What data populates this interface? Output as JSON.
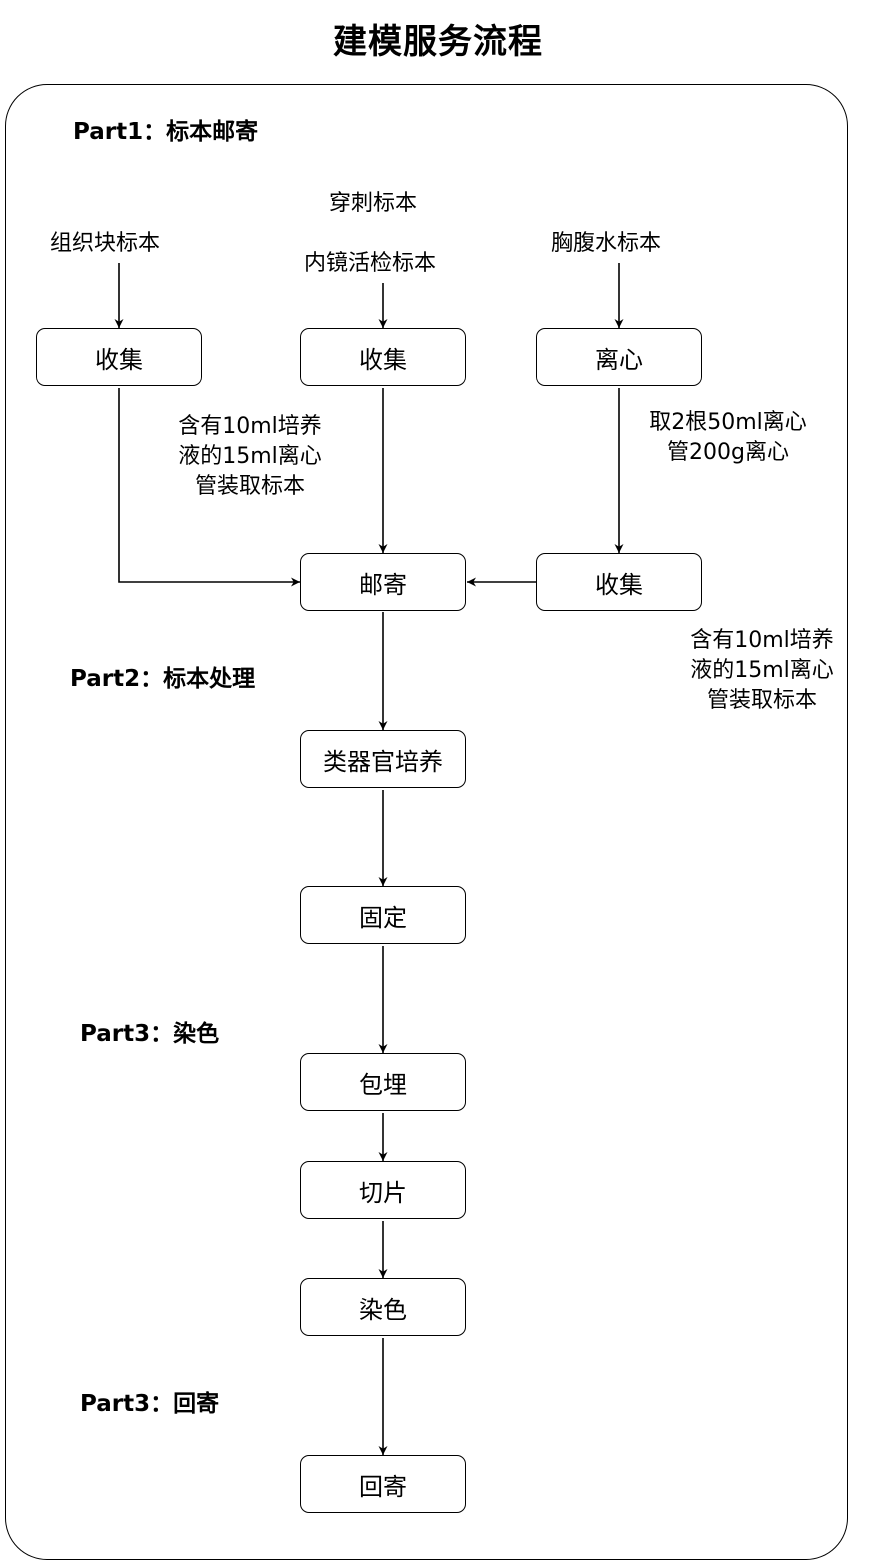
{
  "title": "建模服务流程",
  "parts": {
    "part1": "Part1：标本邮寄",
    "part2": "Part2：标本处理",
    "part3_stain": "Part3：染色",
    "part3_return": "Part3：回寄"
  },
  "sources": {
    "tissue": "组织块标本",
    "puncture": "穿刺标本",
    "endoscopy": "内镜活检标本",
    "ascites": "胸腹水标本"
  },
  "nodes": {
    "collect_left": "收集",
    "collect_mid": "收集",
    "centrifuge": "离心",
    "mail": "邮寄",
    "collect_right": "收集",
    "organoid": "类器官培养",
    "fix": "固定",
    "embed": "包埋",
    "section": "切片",
    "stain": "染色",
    "return": "回寄"
  },
  "notes": {
    "mid_tube": [
      "含有10ml培养",
      "液的15ml离心",
      "管装取标本"
    ],
    "centrifuge_tube": [
      "取2根50ml离心",
      "管200g离心"
    ],
    "right_tube": [
      "含有10ml培养",
      "液的15ml离心",
      "管装取标本"
    ]
  }
}
